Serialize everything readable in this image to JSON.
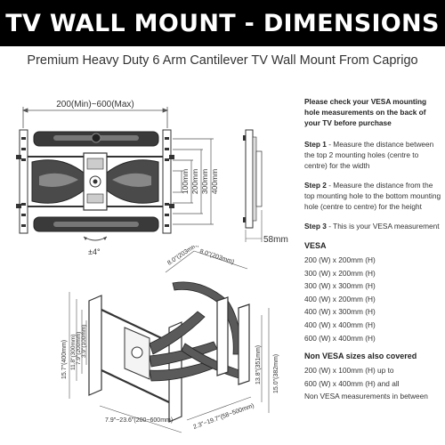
{
  "header": {
    "title": "TV WALL MOUNT - DIMENSIONS",
    "subtitle": "Premium Heavy Duty 6 Arm Cantilever TV Wall Mount From Caprigo"
  },
  "front_view": {
    "width_range": "200(Min)~600(Max)",
    "heights": [
      "100mm",
      "200mm",
      "300mm",
      "400mm"
    ],
    "tilt": "±4°"
  },
  "side_view": {
    "depth": "58mm"
  },
  "iso_view": {
    "arm_left": "8.0\"(203mm)",
    "arm_right": "8.0\"(203mm)",
    "plate_height": "15.7\"(400mm)",
    "inner_height_1": "11.8\"(300mm)",
    "inner_height_2": "7.9\"(200mm)",
    "inner_height_3": "3.9\"(100mm)",
    "depth_right_1": "13.8\"(351mm)",
    "depth_right_2": "15.0\"(382mm)",
    "width_bottom": "7.9\"~23.6\"(200~600mm)",
    "extension": "2.3\"~19.7\"(58~500mm)"
  },
  "info": {
    "intro": "Please check your VESA mounting hole measurements on the back of your TV before purchase",
    "steps": [
      {
        "label": "Step 1",
        "text": " - Measure the distance between the top 2 mounting holes (centre to centre) for the width"
      },
      {
        "label": "Step 2",
        "text": " - Measure the distance from the top mounting hole to the bottom mounting hole (centre to centre) for the height"
      },
      {
        "label": "Step 3",
        "text": " - This is your VESA measurement"
      }
    ],
    "vesa_heading": "VESA",
    "vesa_list": [
      "200 (W) x 200mm (H)",
      "300 (W) x 200mm (H)",
      "300 (W) x 300mm (H)",
      "400 (W) x 200mm (H)",
      "400 (W) x 300mm (H)",
      "400 (W) x 400mm (H)",
      "600 (W) x 400mm (H)"
    ],
    "non_vesa_heading": "Non VESA sizes also covered",
    "non_vesa_lines": [
      "200 (W) x 100mm (H) up to",
      "600 (W) x 400mm (H) and all",
      "Non VESA measurements in between"
    ]
  }
}
